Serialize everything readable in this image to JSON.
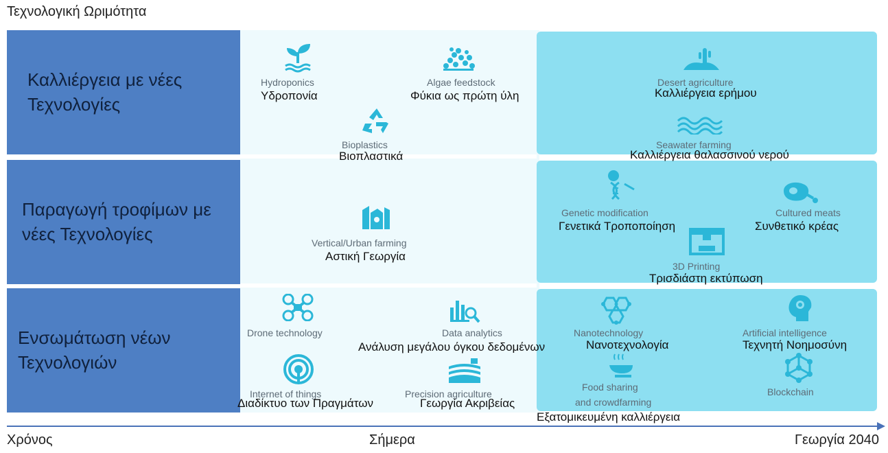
{
  "y_axis_title": "Τεχνολογική Ωριμότητα",
  "x_axis": {
    "start_label": "Χρόνος",
    "mid_label": "Σήμερα",
    "end_label": "Γεωργία 2040"
  },
  "categories": [
    {
      "label": "Καλλιέργεια με νέες\nΤεχνολογίες"
    },
    {
      "label": "Παραγωγή τροφίμων με\nνέες Τεχνολογίες"
    },
    {
      "label": "Ενσωμάτωση νέων\nΤεχνολογιών"
    }
  ],
  "technologies": {
    "hydroponics": {
      "en": "Hydroponics",
      "gr": "Υδροπονία",
      "icon": "plant-sprout-icon"
    },
    "algae": {
      "en": "Algae feedstock",
      "gr": "Φύκια ως πρώτη ύλη",
      "icon": "algae-icon"
    },
    "bioplastics": {
      "en": "Bioplastics",
      "gr": "Βιοπλαστικά",
      "icon": "recycle-icon"
    },
    "desert": {
      "en": "Desert agriculture",
      "gr": "Καλλιέργεια ερήμου",
      "icon": "cactus-desert-icon"
    },
    "seawater": {
      "en": "Seawater farming",
      "gr": "Καλλιέργεια θαλασσινού νερού",
      "icon": "waves-icon"
    },
    "vertical": {
      "en": "Vertical/Urban farming",
      "gr": "Αστική Γεωργία",
      "icon": "urban-building-icon"
    },
    "genetic": {
      "en": "Genetic modification",
      "gr": "Γενετικά Τροποποίηση",
      "icon": "dna-icon"
    },
    "cultured": {
      "en": "Cultured meats",
      "gr": "Συνθετικό κρέας",
      "icon": "meat-icon"
    },
    "printing": {
      "en": "3D Printing",
      "gr": "Τρισδιάστη εκτύπωση",
      "icon": "3d-printer-icon"
    },
    "drone": {
      "en": "Drone technology",
      "icon": "drone-icon"
    },
    "data": {
      "en": "Data analytics",
      "gr": "Ανάλυση μεγάλου όγκου δεδομένων",
      "icon": "chart-magnifier-icon"
    },
    "nano": {
      "en": "Nanotechnology",
      "gr": "Νανοτεχνολογία",
      "icon": "hexagon-network-icon"
    },
    "ai": {
      "en": "Artificial intelligence",
      "gr": "Τεχνητή Νοημοσύνη",
      "icon": "brain-head-icon"
    },
    "iot": {
      "en": "Internet of things",
      "gr": "Διαδίκτυο των Πραγμάτων",
      "icon": "signal-icon"
    },
    "precision": {
      "en": "Precision agriculture",
      "gr": "Γεωργία Ακριβείας",
      "icon": "field-icon"
    },
    "food": {
      "en1": "Food sharing",
      "en2": "and crowdfarming",
      "gr": "Εξατομικευμένη καλλιέργεια",
      "icon": "food-plate-icon"
    },
    "blockchain": {
      "en": "Blockchain",
      "icon": "blockchain-icon"
    }
  },
  "colors": {
    "category_fill": "#4e7fc4",
    "today_fill": "#eefafd",
    "future_fill": "#8ddff1",
    "icon_color": "#2bb7d8",
    "axis": "#4a72b8"
  }
}
